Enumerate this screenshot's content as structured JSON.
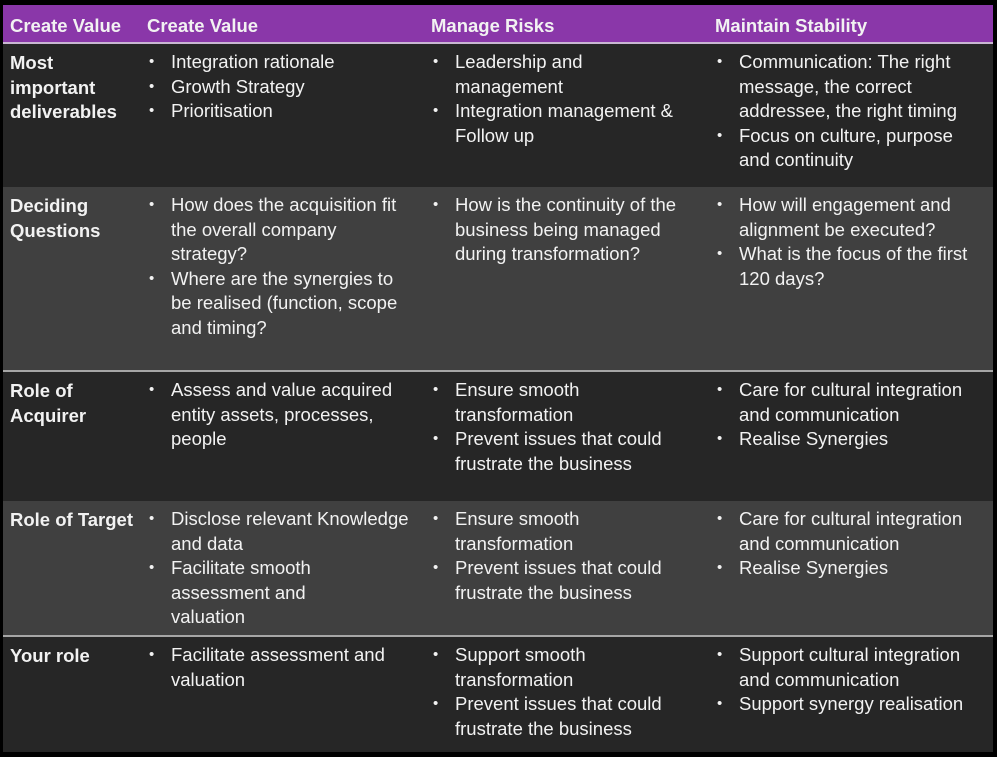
{
  "header": [
    "Create Value",
    "Create Value",
    "Manage Risks",
    "Maintain Stability"
  ],
  "rows": [
    {
      "label": "Most important deliverables",
      "cols": [
        [
          "Integration rationale",
          "Growth Strategy",
          "Prioritisation"
        ],
        [
          "Leadership and management",
          "Integration management & Follow up"
        ],
        [
          "Communication: The right message, the correct addressee, the right timing",
          "Focus on culture, purpose and continuity"
        ]
      ]
    },
    {
      "label": "Deciding Questions",
      "cols": [
        [
          "How does the acquisition fit the overall company strategy?",
          "Where are the synergies to be realised (function, scope and timing?"
        ],
        [
          "How is the continuity of the business being managed during transformation?"
        ],
        [
          "How will engagement and alignment be executed?",
          "What is the focus of the first 120 days?"
        ]
      ]
    },
    {
      "label": "Role of Acquirer",
      "cols": [
        [
          "Assess and value acquired entity assets, processes, people"
        ],
        [
          "Ensure smooth transformation",
          "Prevent issues that could frustrate the business"
        ],
        [
          "Care for cultural integration and communication",
          "Realise Synergies"
        ]
      ]
    },
    {
      "label": "Role of Target",
      "cols": [
        [
          "Disclose relevant Knowledge and data",
          "Facilitate smooth assessment and valuation"
        ],
        [
          "Ensure smooth transformation",
          "Prevent issues that could frustrate the business"
        ],
        [
          "Care for cultural integration and communication",
          "Realise Synergies"
        ]
      ]
    },
    {
      "label": "Your role",
      "cols": [
        [
          "Facilitate assessment and valuation"
        ],
        [
          "Support smooth transformation",
          "Prevent issues that could frustrate the business"
        ],
        [
          "Support cultural integration and communication",
          "Support synergy realisation"
        ]
      ]
    }
  ],
  "colors": {
    "header": "#8a37a9",
    "row_dark": "#262626",
    "row_gray": "#404040",
    "text": "#f2f2f2"
  }
}
